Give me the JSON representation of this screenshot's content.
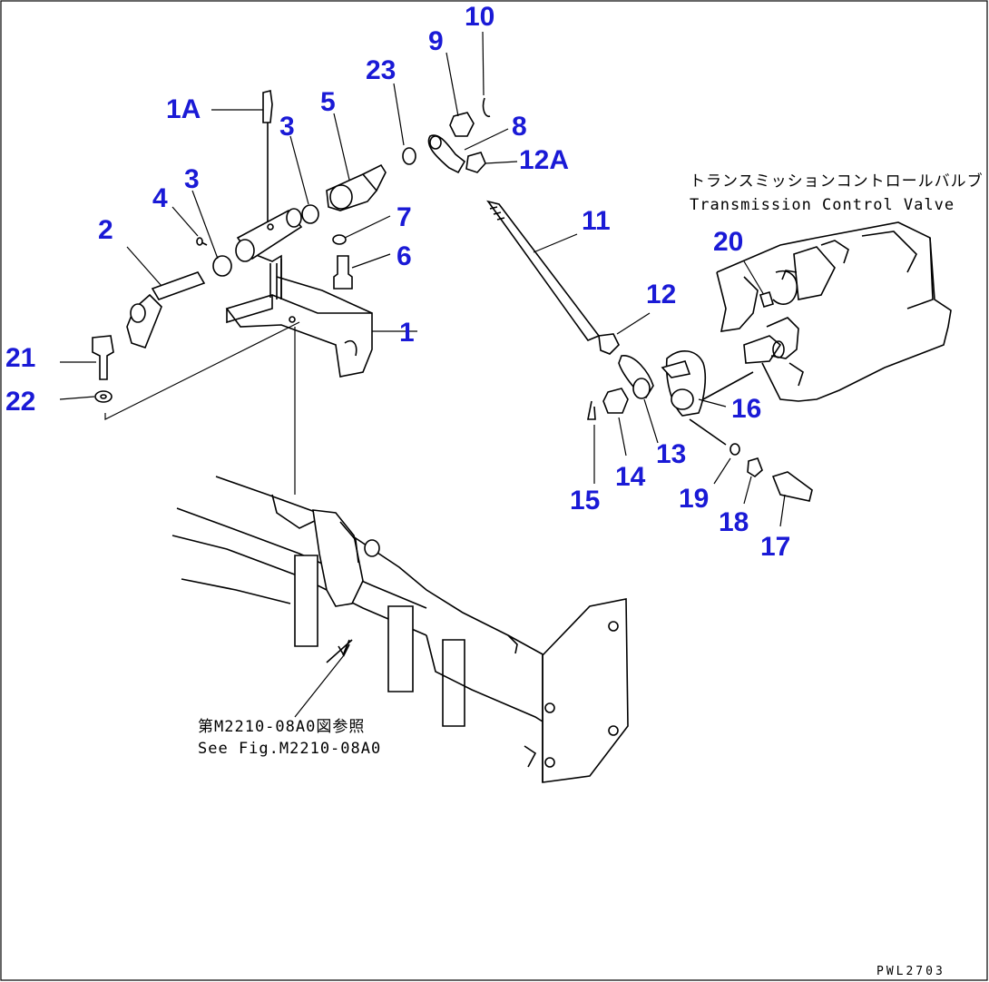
{
  "callouts": {
    "p1": "1",
    "p1A": "1A",
    "p2": "2",
    "p3a": "3",
    "p3b": "3",
    "p4": "4",
    "p5": "5",
    "p6": "6",
    "p7": "7",
    "p8": "8",
    "p9": "9",
    "p10": "10",
    "p11": "11",
    "p12": "12",
    "p12A": "12A",
    "p13": "13",
    "p14": "14",
    "p15": "15",
    "p16": "16",
    "p17": "17",
    "p18": "18",
    "p19": "19",
    "p20": "20",
    "p21": "21",
    "p22": "22",
    "p23": "23"
  },
  "notes": {
    "valve_jp": "トランスミッションコントロールバルブ",
    "valve_en": "Transmission Control Valve",
    "ref_jp": "第M2210-08A0図参照",
    "ref_en": "See Fig.M2210-08A0"
  },
  "drawing_code": "PWL2703",
  "colors": {
    "callout": "#1a1ad6",
    "lines": "#000000",
    "background": "#ffffff"
  }
}
